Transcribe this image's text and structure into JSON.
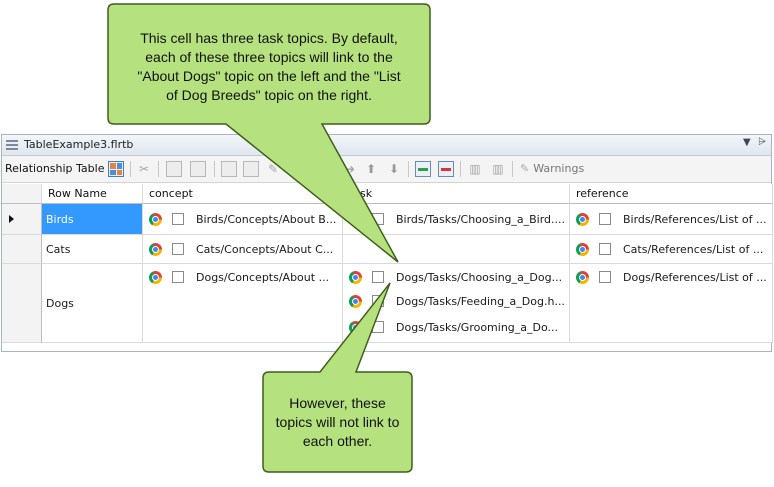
{
  "window": {
    "title": "TableExample3.flrtb",
    "dropdown_glyph": "▼",
    "pin_glyph": "⩥"
  },
  "toolbar": {
    "label": "Relationship Table",
    "warnings_label": "Warnings"
  },
  "columns": [
    "Row Name",
    "concept",
    "task",
    "reference"
  ],
  "rows": [
    {
      "name": "Birds",
      "concept": [
        "Birds/Concepts/About B..."
      ],
      "task": [
        "Birds/Tasks/Choosing_a_Bird...."
      ],
      "reference": [
        "Birds/References/List of ..."
      ]
    },
    {
      "name": "Cats",
      "concept": [
        "Cats/Concepts/About C..."
      ],
      "task": [],
      "reference": [
        "Cats/References/List of ..."
      ]
    },
    {
      "name": "Dogs",
      "concept": [
        "Dogs/Concepts/About ..."
      ],
      "task": [
        "Dogs/Tasks/Choosing_a_Dog...",
        "Dogs/Tasks/Feeding_a_Dog.h...",
        "Dogs/Tasks/Grooming_a_Do..."
      ],
      "reference": [
        "Dogs/References/List of ..."
      ]
    }
  ],
  "callouts": {
    "top": [
      "This cell has three task topics. By default,",
      "each of these three topics will link to the",
      "\"About Dogs\" topic on the left and the \"List",
      "of Dog Breeds\" topic on the right."
    ],
    "bottom": [
      "However, these",
      "topics will not link to",
      "each other."
    ]
  },
  "colors": {
    "selection": "#3399ff",
    "callout_fill": "#b5e27e",
    "callout_border": "#3f5f1a"
  }
}
